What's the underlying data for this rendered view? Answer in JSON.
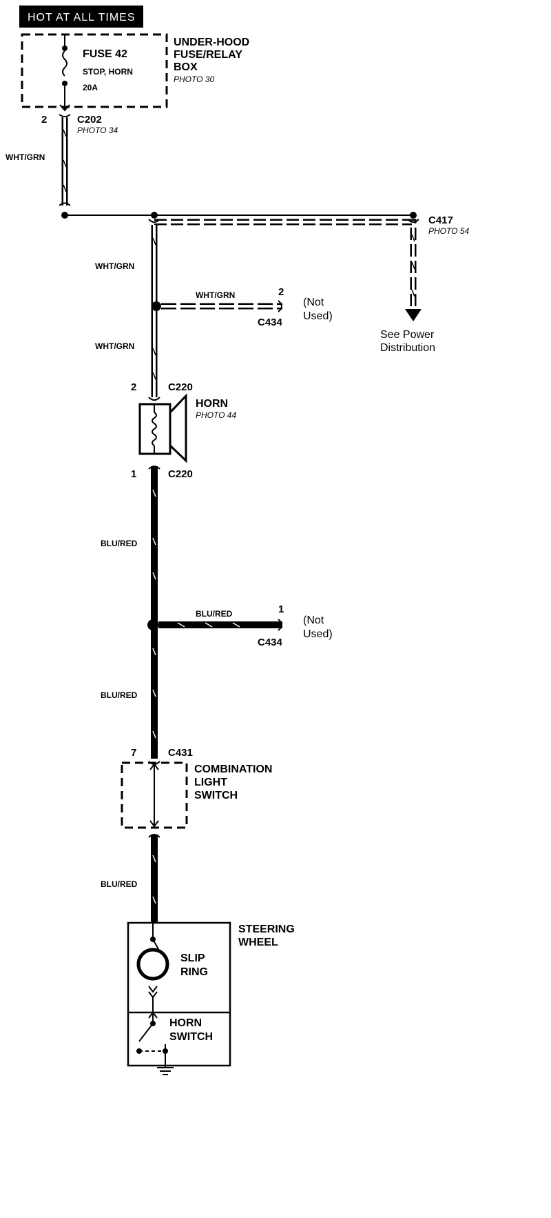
{
  "header": {
    "hot_label": "HOT AT ALL TIMES"
  },
  "fuse_box": {
    "fuse_name": "FUSE 42",
    "fuse_circuits": "STOP, HORN",
    "fuse_rating": "20A",
    "title_line1": "UNDER-HOOD",
    "title_line2": "FUSE/RELAY",
    "title_line3": "BOX",
    "photo": "PHOTO 30"
  },
  "c202": {
    "pin": "2",
    "name": "C202",
    "photo": "PHOTO 34"
  },
  "wire_wht_grn": "WHT/GRN",
  "wire_blu_red": "BLU/RED",
  "c417": {
    "name": "C417",
    "photo": "PHOTO 54",
    "note_line1": "See Power",
    "note_line2": "Distribution"
  },
  "c434_upper": {
    "pin": "2",
    "name": "C434",
    "note_line1": "(Not",
    "note_line2": "Used)"
  },
  "c434_lower": {
    "pin": "1",
    "name": "C434",
    "note_line1": "(Not",
    "note_line2": "Used)"
  },
  "horn": {
    "name": "HORN",
    "photo": "PHOTO 44",
    "top_pin": "2",
    "top_conn": "C220",
    "bottom_pin": "1",
    "bottom_conn": "C220"
  },
  "combination_switch": {
    "pin": "7",
    "conn": "C431",
    "line1": "COMBINATION",
    "line2": "LIGHT",
    "line3": "SWITCH"
  },
  "steering_wheel": {
    "line1": "STEERING",
    "line2": "WHEEL",
    "slip_ring_line1": "SLIP",
    "slip_ring_line2": "RING",
    "horn_switch_line1": "HORN",
    "horn_switch_line2": "SWITCH"
  }
}
